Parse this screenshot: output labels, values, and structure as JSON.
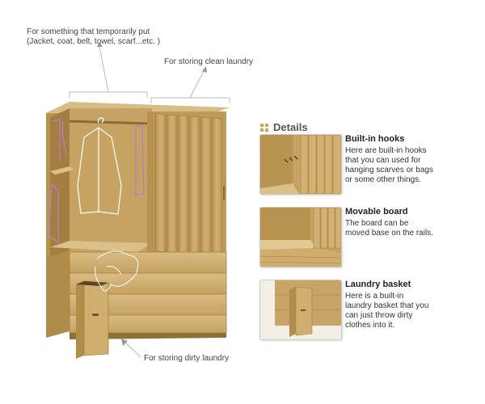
{
  "callouts": {
    "top_left_line1": "For something that temporarily put",
    "top_left_line2": "(Jacket, coat, belt, towel, scarf...etc. )",
    "top_right": "For storing clean laundry",
    "bottom": "For storing dirty laundry"
  },
  "details": {
    "heading": "Details",
    "icon": "grid-icon",
    "cards": [
      {
        "title": "Built-in hooks",
        "desc": "Here are built-in hooks\nthat you can used for\nhanging scarves or bags\nor some other things."
      },
      {
        "title": "Movable board",
        "desc": "The board can be\nmoved base on the rails."
      },
      {
        "title": "Laundry basket",
        "desc": "Here is a built-in\nlaundry basket that you\ncan just throw dirty\nclothes into it."
      }
    ]
  },
  "colors": {
    "wood": "#c8a466",
    "wood_dark": "#a8853f",
    "wood_light": "#dcc08a",
    "accent": "#c9a95a",
    "hanger_purple": "#b57fc4"
  }
}
